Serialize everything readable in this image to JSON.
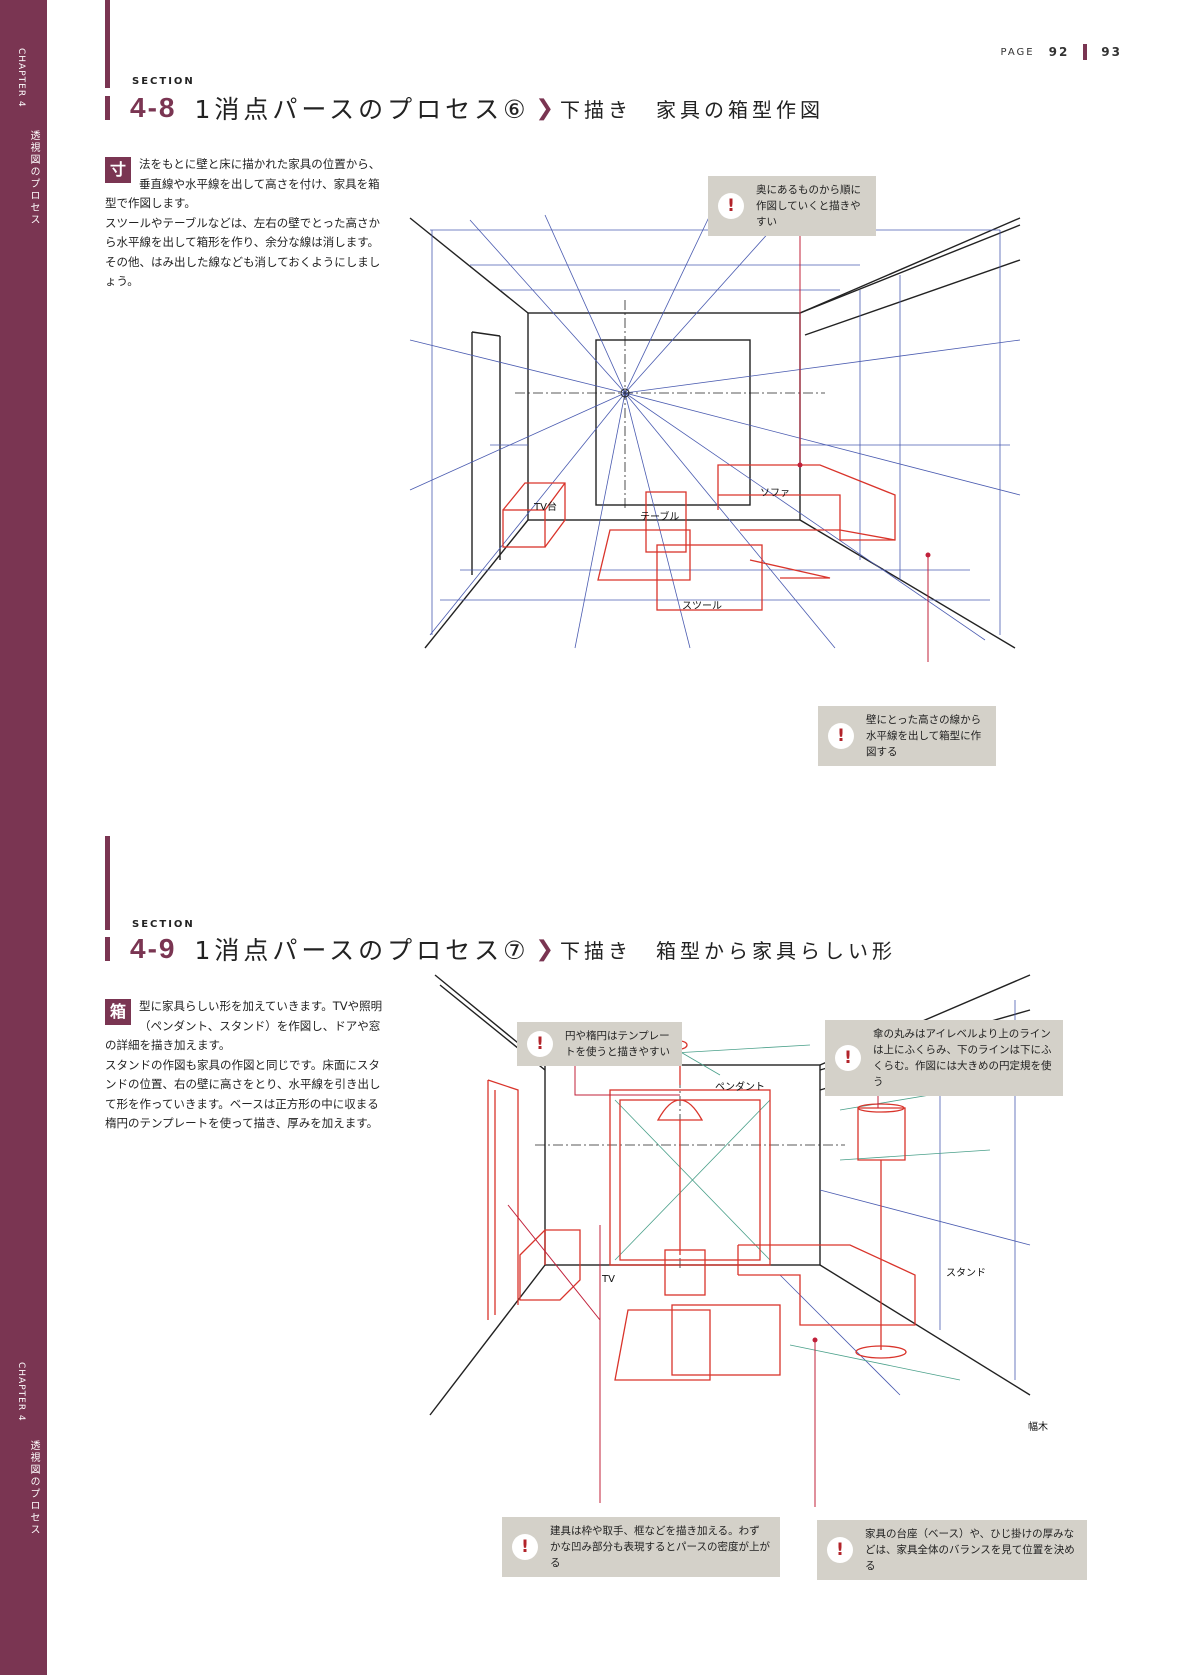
{
  "sidebar": {
    "chapter": "CHAPTER 4",
    "chapter_title": "透視図のプロセス"
  },
  "page": {
    "label": "PAGE",
    "left": "92",
    "right": "93"
  },
  "sections": [
    {
      "section_label": "SECTION",
      "number": "4-8",
      "title": "1消点パースのプロセス⑥",
      "subtitle": "下描き　家具の箱型作図",
      "drop_cap": "寸",
      "body": "法をもとに壁と床に描かれた家具の位置から、垂直線や水平線を出して高さを付け、家具を箱型で作図します。\nスツールやテーブルなどは、左右の壁でとった高さから水平線を出して箱形を作り、余分な線は消します。その他、はみ出した線なども消しておくようにしましょう。",
      "notes": [
        "奥にあるものから順に作図していくと描きやすい",
        "壁にとった高さの線から水平線を出して箱型に作図する"
      ],
      "labels": [
        "TV台",
        "テーブル",
        "ソファ",
        "スツール"
      ]
    },
    {
      "section_label": "SECTION",
      "number": "4-9",
      "title": "1消点パースのプロセス⑦",
      "subtitle": "下描き　箱型から家具らしい形",
      "drop_cap": "箱",
      "body": "型に家具らしい形を加えていきます。TVや照明（ペンダント、スタンド）を作図し、ドアや窓の詳細を描き加えます。\nスタンドの作図も家具の作図と同じです。床面にスタンドの位置、右の壁に高さをとり、水平線を引き出して形を作っていきます。ベースは正方形の中に収まる楕円のテンプレートを使って描き、厚みを加えます。",
      "notes": [
        "円や楕円はテンプレートを使うと描きやすい",
        "傘の丸みはアイレベルより上のラインは上にふくらみ、下のラインは下にふくらむ。作図には大きめの円定規を使う",
        "建具は枠や取手、框などを描き加える。わずかな凹み部分も表現するとパースの密度が上がる",
        "家具の台座（ベース）や、ひじ掛けの厚みなどは、家具全体のバランスを見て位置を決める"
      ],
      "labels": [
        "ペンダント",
        "TV",
        "スタンド",
        "幅木"
      ]
    }
  ],
  "colors": {
    "accent": "#7a3552",
    "note_bg": "#d4d1c9",
    "red_line": "#d9342b",
    "blue_line": "#4a5bb0",
    "green_line": "#4aa08a"
  }
}
